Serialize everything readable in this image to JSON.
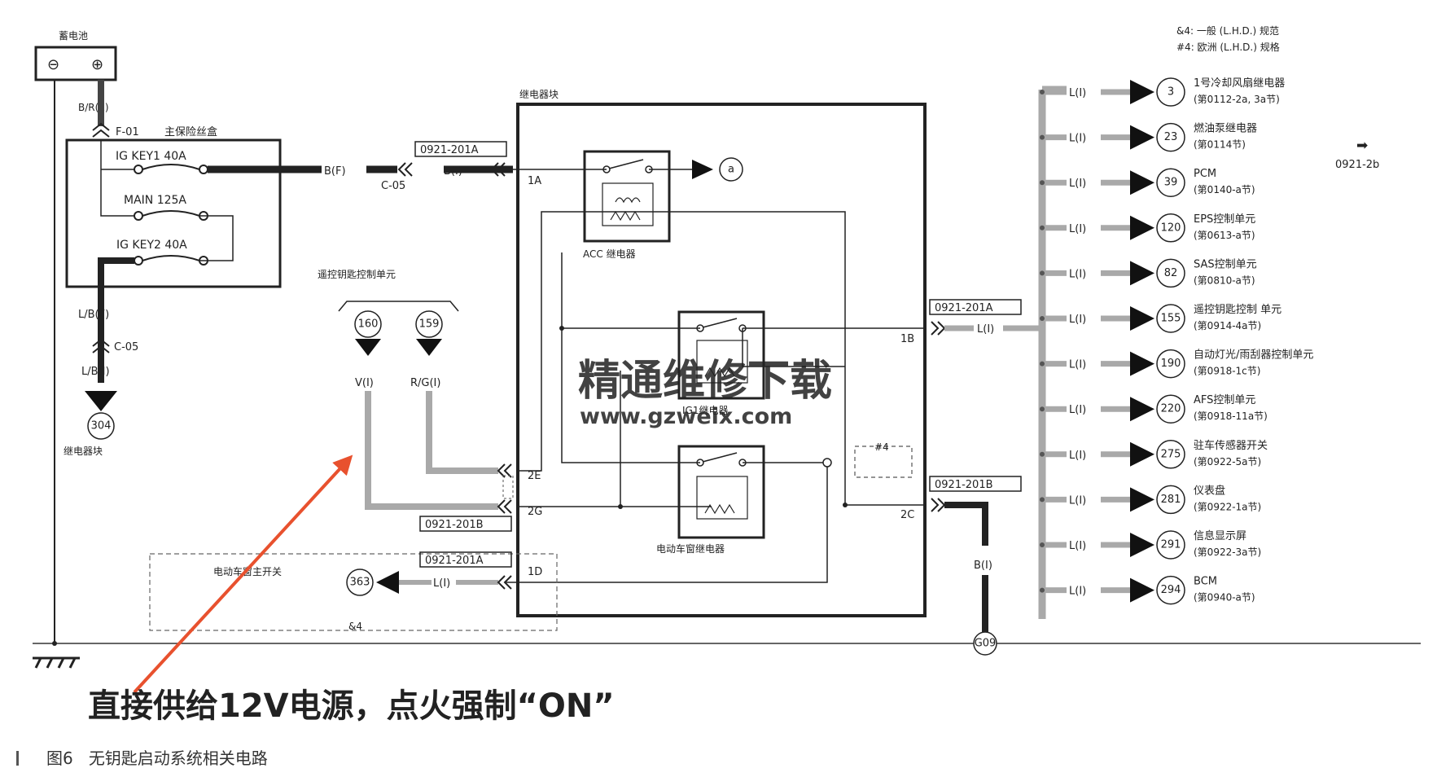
{
  "legend": {
    "line1": "&4: 一般 (L.H.D.) 规范",
    "line2": "#4: 欧洲 (L.H.D.) 规格"
  },
  "battery": {
    "label": "蓄电池",
    "minus": "⊖",
    "plus": "⊕",
    "wire": "B/R(E)"
  },
  "fusebox": {
    "code": "F-01",
    "label": "主保险丝盒",
    "ig_key1": "IG KEY1 40A",
    "main": "MAIN 125A",
    "ig_key2": "IG KEY2 40A"
  },
  "left_lower": {
    "wire_top": "L/B(F)",
    "connector": "C-05",
    "wire_bottom": "L/B(I)",
    "terminal": "304",
    "terminal_label": "继电器块"
  },
  "feed": {
    "wire_left": "B(F)",
    "wire_right": "B(I)",
    "connector": "C-05",
    "conn_code": "0921-201A"
  },
  "relay_block": {
    "label": "继电器块",
    "acc_relay": "ACC 继电器",
    "ig1_relay": "IG1继电器",
    "window_relay": "电动车窗继电器",
    "out_a": "a",
    "pin_1a": "1A",
    "pin_1b": "1B",
    "pin_2e": "2E",
    "pin_2g": "2G",
    "pin_2c": "2C",
    "pin_1d": "1D",
    "eu_tag": "#4"
  },
  "remote": {
    "label": "遥控钥匙控制单元",
    "t1": "160",
    "t2": "159",
    "w1": "V(I)",
    "w2": "R/G(I)",
    "conn_code": "0921-201B"
  },
  "window_switch": {
    "label": "电动车窗主开关",
    "terminal": "363",
    "wire": "L(I)",
    "conn_code": "0921-201A",
    "tag": "&4"
  },
  "right_feeds": {
    "conn_1b": "0921-201A",
    "wire_1b": "L(I)",
    "conn_2c": "0921-201B",
    "wire_2c": "B(I)",
    "ground": "G09"
  },
  "ref": "0921-2b",
  "outputs": [
    {
      "num": "3",
      "wire": "L(I)",
      "name": "1号冷却风扇继电器",
      "sect": "(第0112-2a, 3a节)"
    },
    {
      "num": "23",
      "wire": "L(I)",
      "name": "燃油泵继电器",
      "sect": "(第0114节)"
    },
    {
      "num": "39",
      "wire": "L(I)",
      "name": "PCM",
      "sect": "(第0140-a节)"
    },
    {
      "num": "120",
      "wire": "L(I)",
      "name": "EPS控制单元",
      "sect": "(第0613-a节)"
    },
    {
      "num": "82",
      "wire": "L(I)",
      "name": "SAS控制单元",
      "sect": "(第0810-a节)"
    },
    {
      "num": "155",
      "wire": "L(I)",
      "name": "遥控钥匙控制 单元",
      "sect": "(第0914-4a节)"
    },
    {
      "num": "190",
      "wire": "L(I)",
      "name": "自动灯光/雨刮器控制单元",
      "sect": "(第0918-1c节)"
    },
    {
      "num": "220",
      "wire": "L(I)",
      "name": "AFS控制单元",
      "sect": "(第0918-11a节)"
    },
    {
      "num": "275",
      "wire": "L(I)",
      "name": "驻车传感器开关",
      "sect": "(第0922-5a节)"
    },
    {
      "num": "281",
      "wire": "L(I)",
      "name": "仪表盘",
      "sect": "(第0922-1a节)"
    },
    {
      "num": "291",
      "wire": "L(I)",
      "name": "信息显示屏",
      "sect": "(第0922-3a节)"
    },
    {
      "num": "294",
      "wire": "L(I)",
      "name": "BCM",
      "sect": "(第0940-a节)"
    }
  ],
  "watermark": {
    "line1": "精通维修下载",
    "line2": "www.gzweix.com"
  },
  "annotation": "直接供给12V电源，点火强制“ON”",
  "caption": {
    "fig": "图6",
    "text": "无钥匙启动系统相关电路"
  },
  "colors": {
    "annotation_red": "#e8512e",
    "watermark": "#f3a77c",
    "wire_gray": "#a9a9a9",
    "wire_dark": "#222222"
  }
}
